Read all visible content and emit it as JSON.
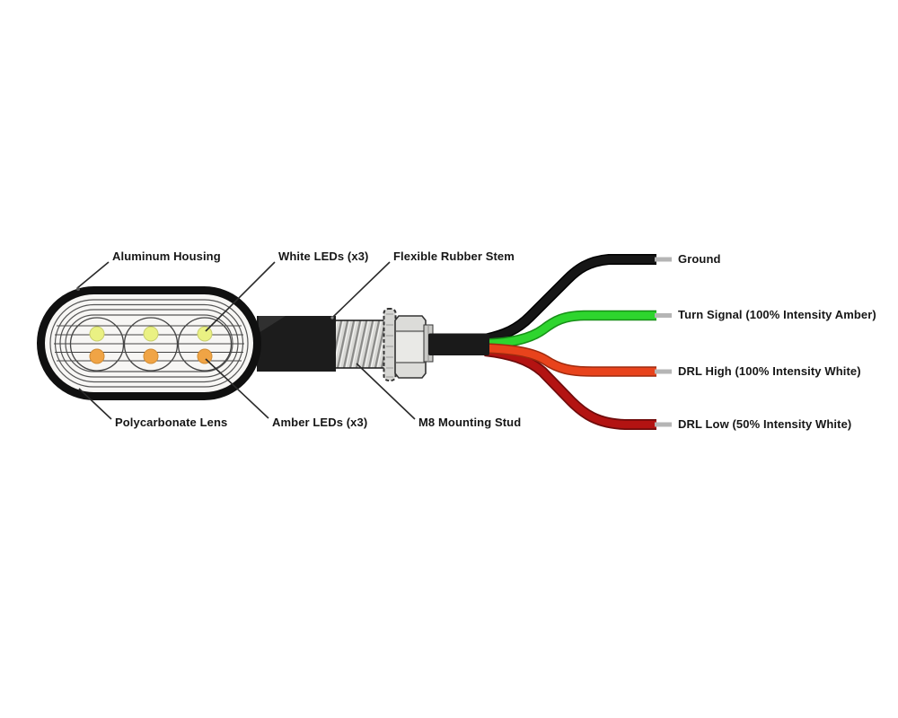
{
  "part_labels": [
    {
      "id": "aluminum-housing",
      "label": "Aluminum Housing"
    },
    {
      "id": "white-leds",
      "label": "White LEDs (x3)"
    },
    {
      "id": "flexible-rubber-stem",
      "label": "Flexible Rubber Stem"
    },
    {
      "id": "polycarbonate-lens",
      "label": "Polycarbonate Lens"
    },
    {
      "id": "amber-leds",
      "label": "Amber LEDs (x3)"
    },
    {
      "id": "m8-mounting-stud",
      "label": "M8 Mounting Stud"
    }
  ],
  "wires": [
    {
      "id": "ground",
      "label": "Ground",
      "color": "#161616"
    },
    {
      "id": "turn-signal",
      "label": "Turn Signal (100% Intensity Amber)",
      "color": "#2ed52e"
    },
    {
      "id": "drl-high",
      "label": "DRL High (100% Intensity White)",
      "color": "#e8431c"
    },
    {
      "id": "drl-low",
      "label": "DRL Low (50% Intensity White)",
      "color": "#b31312"
    }
  ],
  "leds": {
    "white_color": "#eaf183",
    "amber_color": "#f0a445"
  },
  "wire_tip_color": "#b5b5b5"
}
